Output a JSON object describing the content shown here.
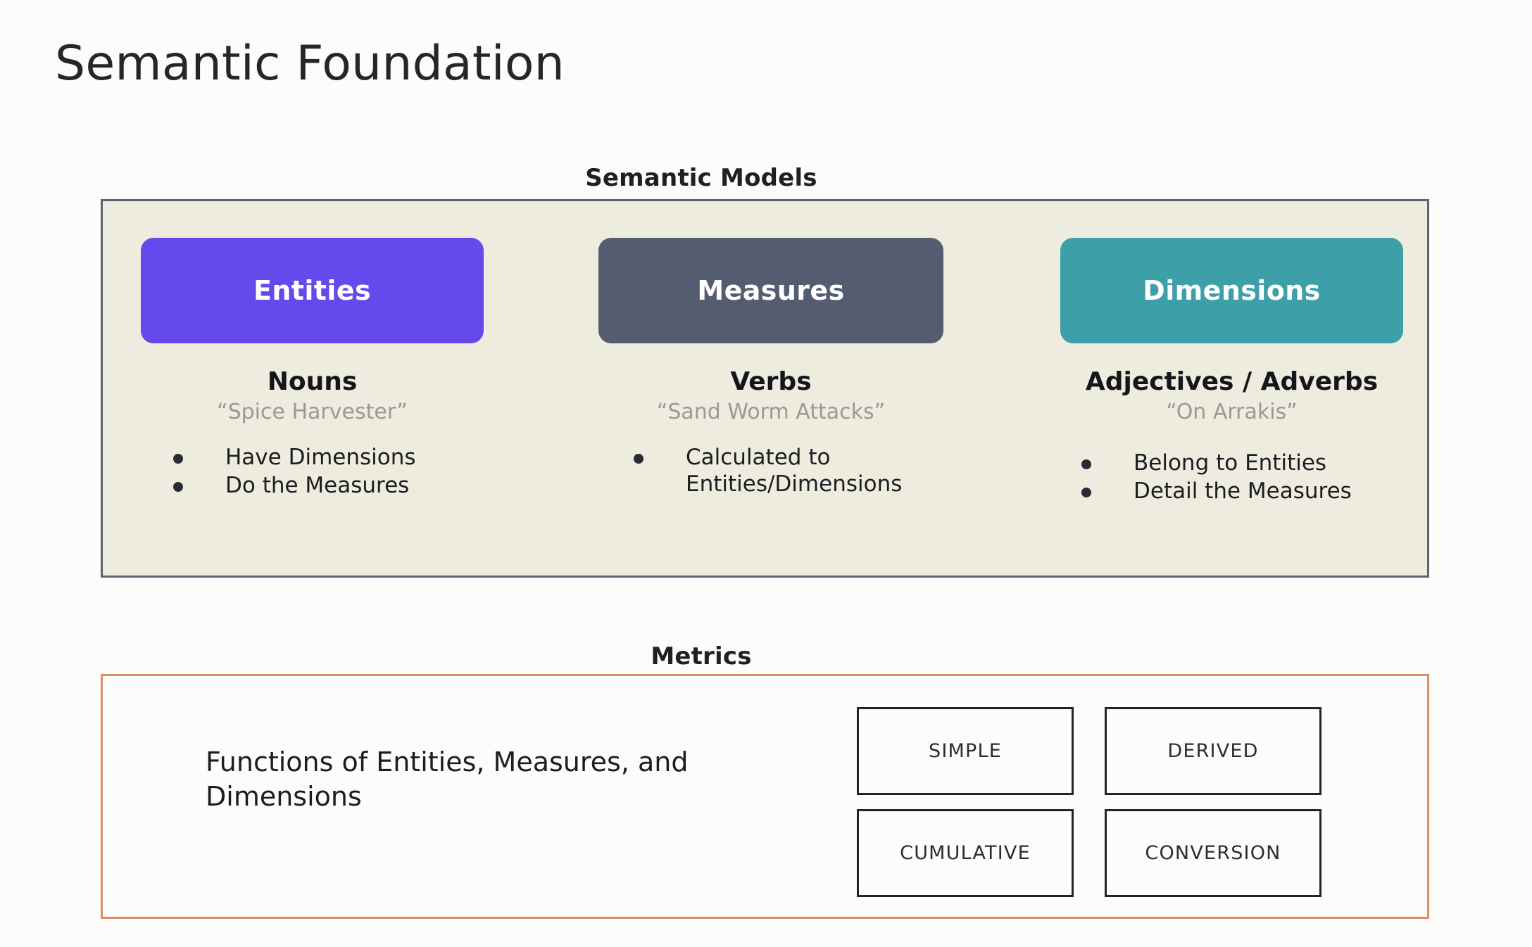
{
  "slide": {
    "title": "Semantic Foundation",
    "background_color": "#fcfdfa"
  },
  "semantic_models": {
    "heading": "Semantic Models",
    "panel_background": "#eeebdf",
    "panel_border_color": "#5c6470",
    "columns": [
      {
        "pill_label": "Entities",
        "pill_color": "#6649ec",
        "part_of_speech": "Nouns",
        "example": "“Spice Harvester”",
        "bullets": [
          "Have Dimensions",
          "Do the Measures"
        ]
      },
      {
        "pill_label": "Measures",
        "pill_color": "#545d70",
        "part_of_speech": "Verbs",
        "example": "“Sand Worm Attacks”",
        "bullets": [
          "Calculated to Entities/Dimensions"
        ]
      },
      {
        "pill_label": "Dimensions",
        "pill_color": "#3d9fa8",
        "part_of_speech": "Adjectives / Adverbs",
        "example": "“On Arrakis”",
        "bullets": [
          "Belong to Entities",
          "Detail the Measures"
        ]
      }
    ]
  },
  "metrics": {
    "heading": "Metrics",
    "panel_border_color": "#e08b6a",
    "description": "Functions of Entities, Measures, and Dimensions",
    "types": [
      "SIMPLE",
      "DERIVED",
      "CUMULATIVE",
      "CONVERSION"
    ]
  }
}
